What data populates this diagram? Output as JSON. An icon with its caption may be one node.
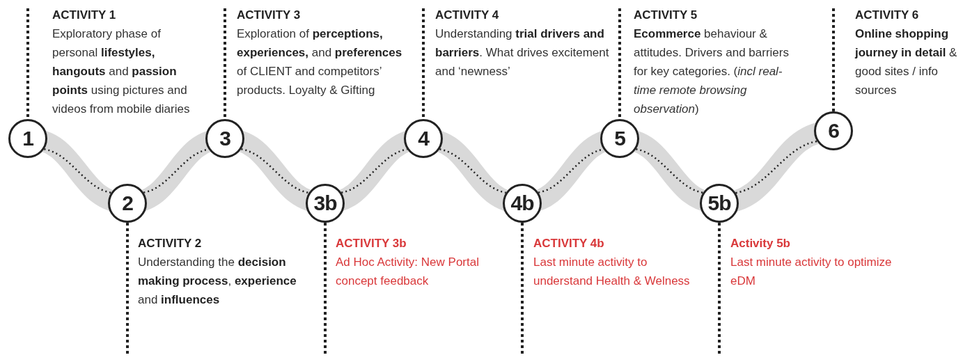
{
  "diagram": {
    "nodes": [
      {
        "text": [
          "1"
        ],
        "beside": [
          "ACTIVITY 1",
          "Exploratory phase of personal **lifestyles,** **hangouts** and **passion points** using pictures and videos from mobile diaries"
        ]
      },
      {
        "text": [
          "2"
        ],
        "beside": [
          "ACTIVITY 2",
          "Understanding the **decision making process**, **experience** and **influences**"
        ]
      },
      {
        "text": [
          "3"
        ],
        "beside": [
          "ACTIVITY 3",
          "Exploration of **perceptions,** **experiences,** and **preferences** of CLIENT and competitors’ products. Loyalty & Gifting"
        ]
      },
      {
        "text": [
          "3b"
        ],
        "beside": [
          "ACTIVITY 3b",
          "Ad Hoc Activity: New Portal concept feedback"
        ]
      },
      {
        "text": [
          "4"
        ],
        "beside": [
          "ACTIVITY 4",
          "Understanding **trial drivers and barriers**. What drives excitement and ‘newness’"
        ]
      },
      {
        "text": [
          "4b"
        ],
        "beside": [
          "ACTIVITY 4b",
          "Last minute activity to understand Health & Welness"
        ]
      },
      {
        "text": [
          "5"
        ],
        "beside": [
          "ACTIVITY 5",
          "**Ecommerce** behaviour & attitudes. Drivers and barriers for key categories. (*incl real-time remote browsing observation*)"
        ]
      },
      {
        "text": [
          "5b"
        ],
        "beside": [
          "Activity 5b",
          "Last minute activity to optimize eDM"
        ]
      },
      {
        "text": [
          "6"
        ],
        "beside": [
          "ACTIVITY 6",
          "**Online shopping journey in detail** & good sites / info sources"
        ]
      }
    ],
    "edges": [
      {
        "from": 0,
        "to": 1,
        "arrow": "none"
      },
      {
        "from": 1,
        "to": 2,
        "arrow": "none"
      },
      {
        "from": 2,
        "to": 3,
        "arrow": "none"
      },
      {
        "from": 3,
        "to": 4,
        "arrow": "none"
      },
      {
        "from": 4,
        "to": 5,
        "arrow": "none"
      },
      {
        "from": 5,
        "to": 6,
        "arrow": "none"
      },
      {
        "from": 6,
        "to": 7,
        "arrow": "none"
      },
      {
        "from": 7,
        "to": 8,
        "arrow": "none"
      }
    ]
  }
}
